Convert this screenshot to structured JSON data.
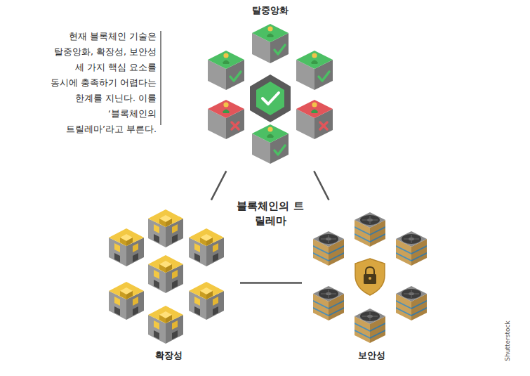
{
  "diagram": {
    "nodes": [
      {
        "text": [
          "탈중앙화"
        ]
      },
      {
        "text": [
          "확장성"
        ]
      },
      {
        "text": [
          "보안성"
        ]
      }
    ],
    "edges": [
      {
        "from": 0,
        "to": 1,
        "arrow": "none"
      },
      {
        "from": 0,
        "to": 2,
        "arrow": "none"
      },
      {
        "from": 1,
        "to": 2,
        "arrow": "none"
      }
    ],
    "labels": [
      "블록체인의 트릴레마",
      "현재 블록체인 기술은 탈중앙화, 확장성, 보안성 세 가지 핵심 요소를 동시에 충족하기 어렵다는 한계를 지닌다. 이를 ‘블록체인의 트릴레마’라고 부른다.",
      "Shutterstock"
    ]
  }
}
